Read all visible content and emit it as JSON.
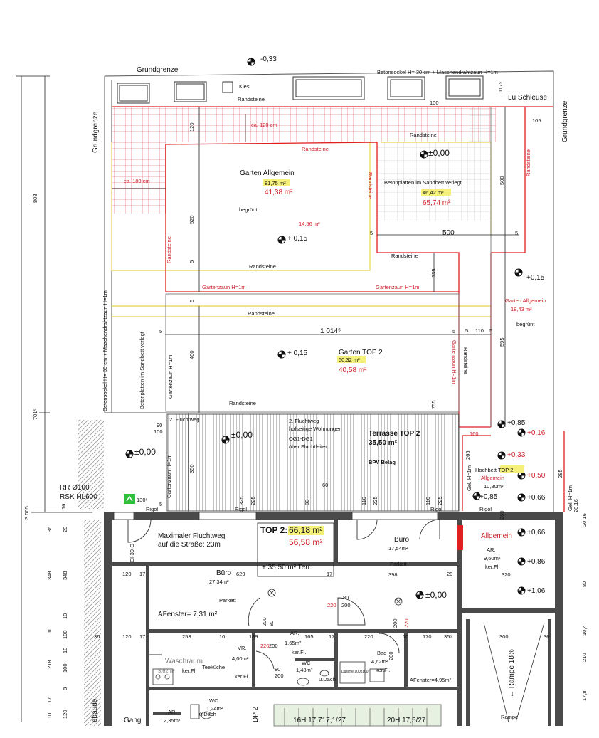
{
  "colors": {
    "wall": "#4a4a4a",
    "red_line": "#e02020",
    "yellow_line": "#e8d24a",
    "area_highlight": "#f5f07a",
    "exit_sign": "#2fbf3a",
    "grid": "#e05060"
  },
  "top": {
    "level_mark": "-0,33",
    "property_line_top": "Grundgrenze",
    "plinth_note": "Betonsockel H= 30 cm + Maschendrahtzaun H=1m",
    "gravel": "Kies",
    "curb_top": "Randsteine",
    "dim_100": "100",
    "dim_117": "117⁵",
    "air_lock": "Lü Schleuse",
    "ca_120": "ca. 120 cm",
    "dim_120": "120",
    "dim_105": "105",
    "property_line_left": "Grundgrenze",
    "property_line_right": "Grundgrenze"
  },
  "left_dims": {
    "d808": "808",
    "d701": "701⁵",
    "d3005": "3.005",
    "rr": "RR Ø100",
    "rsk": "RSK HL600",
    "d16": "16",
    "d36": "36",
    "d20": "20",
    "d348a": "348",
    "d348b": "348",
    "d10a": "10",
    "d10b": "10",
    "d100a": "100",
    "d218": "218",
    "d10c": "10",
    "d100b": "100",
    "d17": "17",
    "d8": "8",
    "d120": "120",
    "d10d": "10",
    "building": "ebäude"
  },
  "right_dims": {
    "r20": "20,16",
    "r235": "20,16",
    "r80": "80",
    "r210": "210",
    "r17": "17,8",
    "r104": "10,4"
  },
  "garden_general": {
    "name": "Garten Allgemein",
    "area_yellow": "81,75 m²",
    "area_red": "41,38 m²",
    "extra_red": "14,56 m²",
    "greened": "begrünt",
    "level": "+ 0,15",
    "curb_top": "Randsteine",
    "curb_right": "Randsteine",
    "curb_left": "Randsteine",
    "curb_bottom": "Randsteine",
    "ca_180": "ca. 180 cm",
    "dim_520": "520",
    "fence": "Gartenzaun H=1m",
    "fence_2": "Gartenzaun H=1m",
    "d5a": "5",
    "d5b": "5"
  },
  "paving": {
    "label": "Betonplatten im Sandbett verlegt",
    "area_yellow": "46,42 m²",
    "area_red": "65,74 m²",
    "level": "±0,00",
    "curb_top": "Randsteine",
    "curb_bottom": "Randsteine",
    "dim_500w": "500",
    "dim_500h": "500",
    "dim_135": "135",
    "d5a": "5",
    "d5b": "5"
  },
  "garden_right": {
    "name": "Garten Allgemein",
    "area": "18,43 m²",
    "greened": "begrünt",
    "level": "+0,15",
    "curb": "Randsteine",
    "dim_595": "595",
    "dim_110": "110",
    "d5a": "5",
    "d5b": "5"
  },
  "garden_top2": {
    "name": "Garten TOP 2",
    "area_yellow": "50,32 m²",
    "area_red": "40,58 m²",
    "level": "+ 0,15",
    "curb_top": "Randsteine",
    "curb_bottom": "Randsteine",
    "curb_right": "Randsteine",
    "fence_left": "Gartenzaun H=1m",
    "fence_right": "Gartenzaun H=1m",
    "dim_1014": "1 014⁵",
    "dim_400": "400",
    "dim_755": "755",
    "d5a": "5",
    "d5b": "5",
    "side_paving": "Betonplatten im Sandbett verlegt",
    "side_plinth": "Betonsockel H= 30 cm + Maschendrahtzaun H=1m"
  },
  "terrace": {
    "escape_1": "2. Fluchtweg",
    "escape_2_l1": "2. Fluchtweg",
    "escape_2_l2": "hofseitige Wohnungen",
    "escape_2_l3": "OG1-DG1",
    "escape_2_l4": "über Fluchtleiter",
    "name": "Terrasse TOP 2",
    "area": "35,50 m²",
    "surface": "BPV Belag",
    "level": "±0,00",
    "level_left": "±0,00",
    "fence": "Gartenzaun H=1m",
    "dim_90": "90",
    "dim_100": "100",
    "dim_350": "350",
    "dim_325": "325",
    "dim_225a": "225",
    "dim_60": "60",
    "dim_80": "80",
    "dim_110a": "110",
    "dim_225b": "225",
    "dim_110b": "110",
    "dim_225c": "225",
    "dim_130": "130⁵",
    "dim_5": "5",
    "rigol_1": "Rigol",
    "rigol_2": "Rigol",
    "rigol_3": "Rigol"
  },
  "right_corner": {
    "lvl_085a": "+0,85",
    "lvl_016": "+0,16",
    "lvl_033": "+0,33",
    "lvl_050": "+0,50",
    "lvl_085b": "+0,85",
    "lvl_066a": "+0,66",
    "lvl_066b": "+0,66",
    "lvl_086": "+0,86",
    "lvl_106": "+1,06",
    "raised_bed": "Hochbett TOP 2",
    "raised_general": "Allgemein",
    "raised_area": "10,80m²",
    "fence_gel_a": "Gel. H=1m",
    "fence_gel_b": "Gel. H=1m",
    "dim_285": "285",
    "dim_265": "265",
    "dim_160": "160",
    "dim_260": "260",
    "rigol": "Rigol"
  },
  "floor": {
    "max_escape_l1": "Maximaler Fluchtweg",
    "max_escape_l2": "auf die Straße: 23m",
    "top2_label": "TOP 2:",
    "top2_area_yellow": "66,18 m²",
    "top2_area_red": "56,58 m²",
    "terrace_add": "+ 35,50 m² Terr.",
    "office1": "Büro",
    "office1_area": "27,34m²",
    "office1_floor": "Parkett",
    "office1_dim": "629",
    "office2": "Büro",
    "office2_area": "17,54m²",
    "office2_floor": "Parkett",
    "office2_dim": "398",
    "general": "Allgemein",
    "ar_right": "AR.",
    "ar_right_area": "9,60m²",
    "ar_right_floor": "ker.Fl.",
    "window_area_1": "AFenster= 7,31 m²",
    "window_area_2": "AFenster=4,95m²",
    "level_00": "±0,00",
    "d120": "120",
    "d17a": "17",
    "d17b": "17",
    "d20": "20",
    "d320": "320",
    "d36": "36",
    "d120b": "120",
    "d17c": "17",
    "d253": "253",
    "d10": "10",
    "d189": "189",
    "d165": "165",
    "d17d": "17",
    "d220": "220",
    "d10b": "10",
    "d170": "170",
    "d35": "35⁵",
    "d300": "300",
    "d36b": "36",
    "door_80a": "80",
    "door_200a": "200",
    "door_220a": "220",
    "door_200b": "200",
    "door_80b": "80",
    "door_200c": "200",
    "door_220b": "220",
    "door_200d": "200",
    "door_80c": "80",
    "door_200e": "200",
    "door_220c": "220",
    "door_200f": "200",
    "ei": "EI-30-C",
    "laundry": "Waschraum",
    "laundry_area": "3,62m²",
    "laundry_floor": "ker.Fl.",
    "tea_kitchen": "Teeküche",
    "vr": "VR.",
    "vr_area": "4,00m²",
    "vr_floor": "ker.Fl.",
    "ar_small": "AR.",
    "ar_small_area": "1,65m²",
    "ar_small_floor": "ker.Fl.",
    "wc": "WC",
    "wc_area": "1,43m²",
    "wc_note": "ü.Dach",
    "bath": "Bad",
    "bath_area": "4,62m²",
    "bath_floor": "ker.Fl.",
    "shower": "Dusche 100x100",
    "ramp": "← Rampe 18%",
    "ramp_bottom": "Rampe",
    "wc2": "WC",
    "wc2_area": "1,24m²",
    "wc2_note": "ü.Dach",
    "ar_bottom": "AR.",
    "ar_bottom_area": "2,35m²",
    "corridor": "Gang",
    "stairs_a": "16H 17,717,1/27",
    "stairs_b": "20H 17,5/27",
    "dp": "DP 2"
  }
}
